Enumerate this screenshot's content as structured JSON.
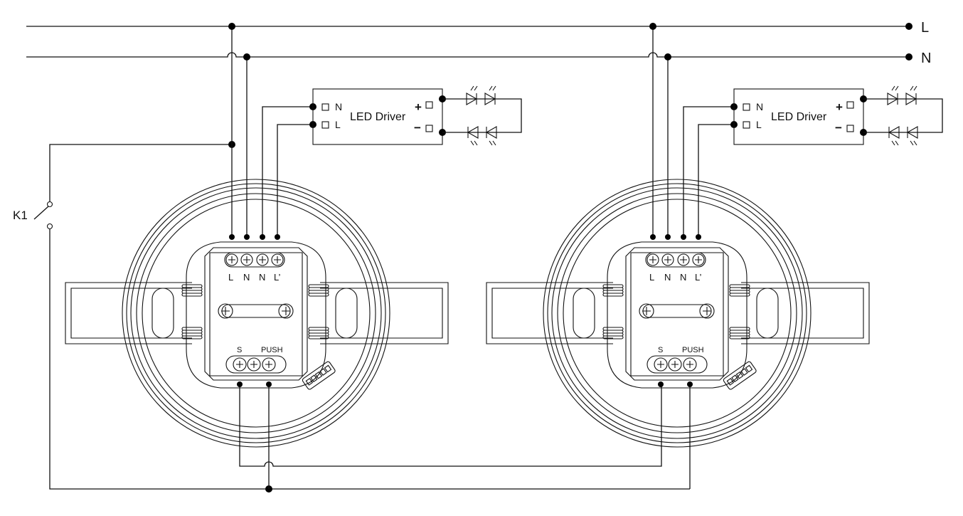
{
  "power_lines": {
    "live": "L",
    "neutral": "N"
  },
  "switch": {
    "label": "K1"
  },
  "led_driver": {
    "title": "LED Driver",
    "input_n": "N",
    "input_l": "L",
    "output_plus": "+",
    "output_minus": "−"
  },
  "sensor": {
    "terminals_top": [
      "L",
      "N",
      "N",
      "L’"
    ],
    "terminal_s": "S",
    "terminal_push": "PUSH"
  },
  "colors": {
    "line": "#111111",
    "background": "#ffffff"
  }
}
